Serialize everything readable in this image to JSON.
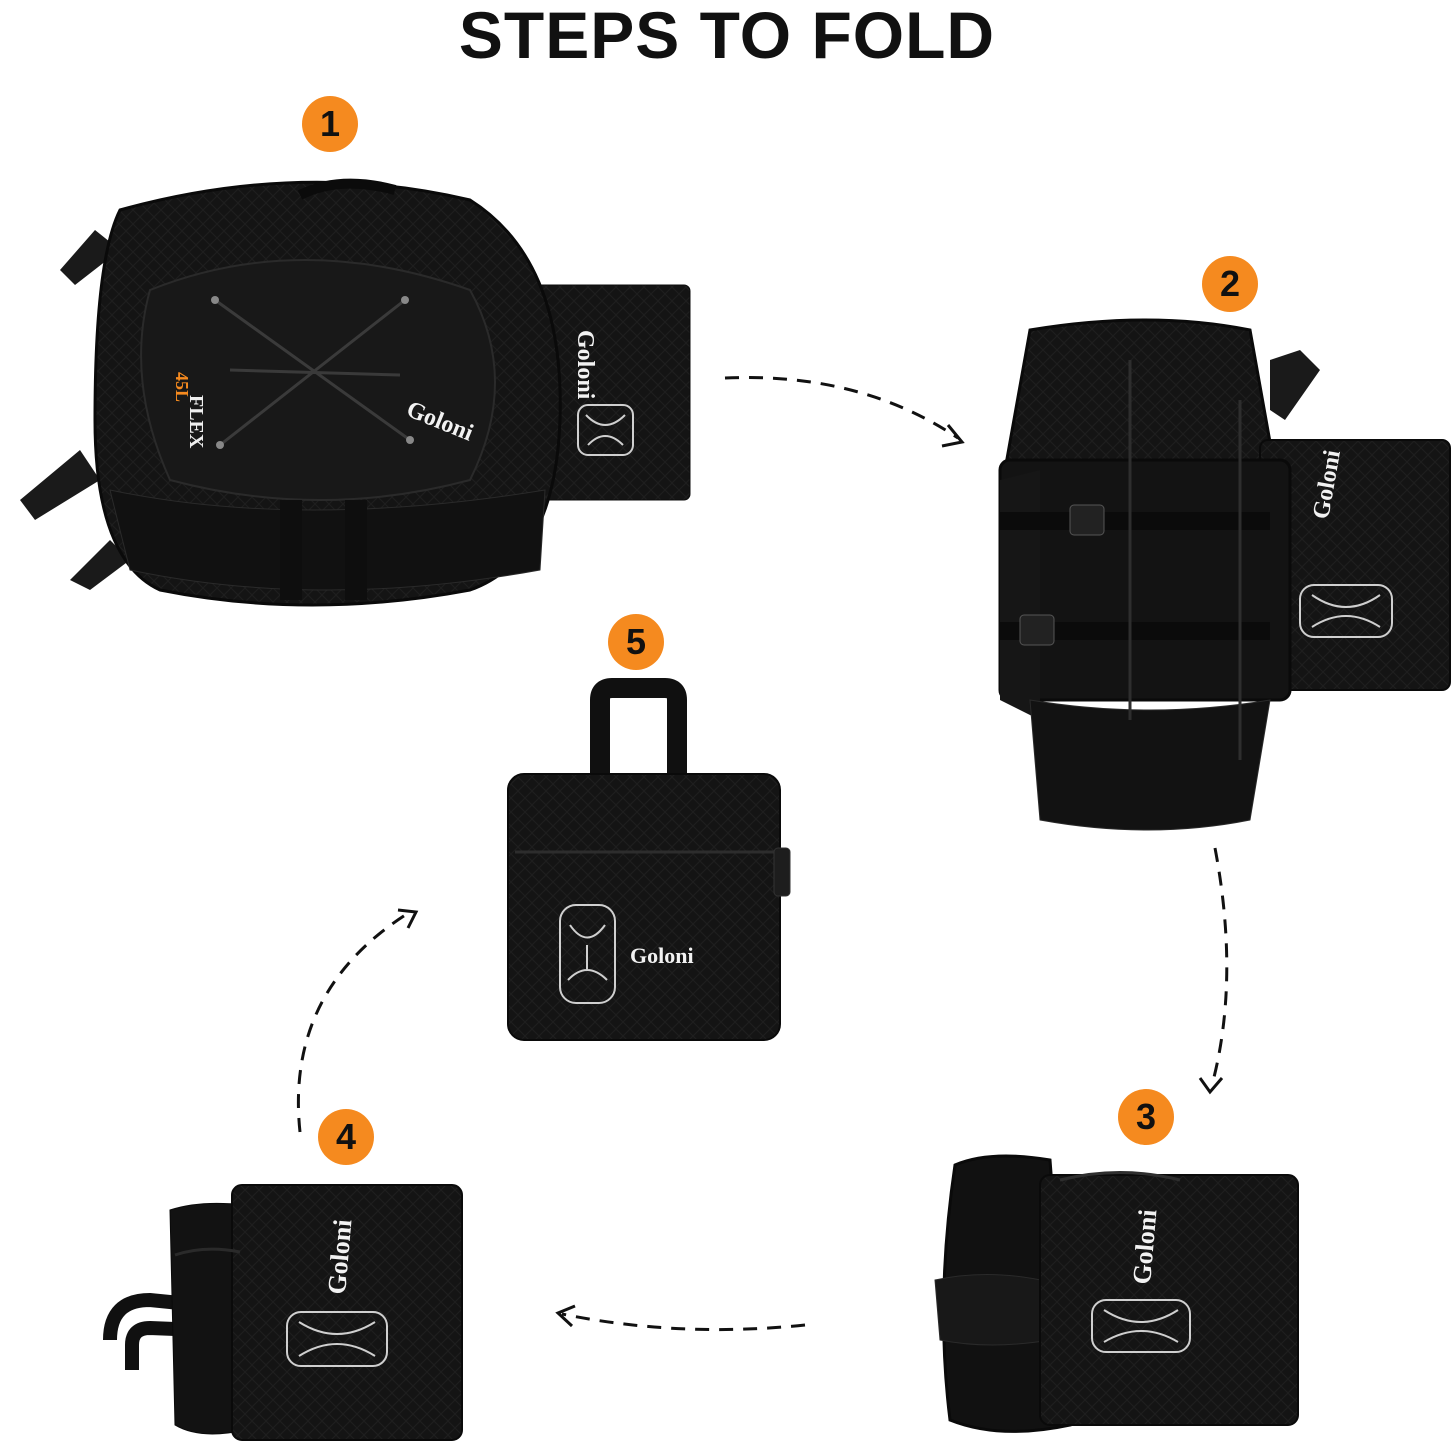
{
  "title": "STEPS TO FOLD",
  "accent_color": "#f58a1f",
  "steps": [
    {
      "number": "1",
      "brand": "Goloni",
      "sleeve_brand": "Goloni",
      "model": "FLEX",
      "capacity": "45L"
    },
    {
      "number": "2",
      "brand": "Goloni"
    },
    {
      "number": "3",
      "brand": "Goloni"
    },
    {
      "number": "4",
      "brand": "Goloni"
    },
    {
      "number": "5",
      "brand": "Goloni"
    }
  ]
}
